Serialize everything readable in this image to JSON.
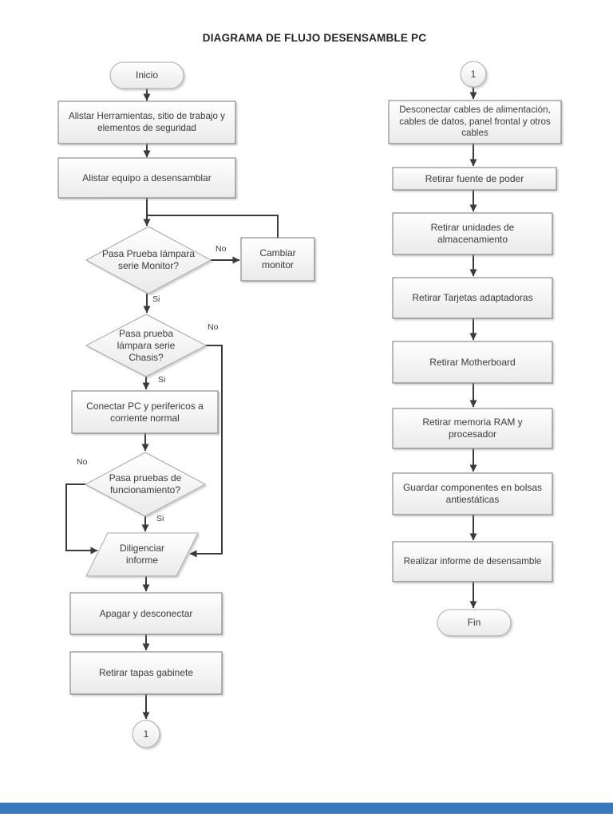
{
  "page": {
    "title": "DIAGRAMA DE FLUJO DESENSAMBLE PC"
  },
  "labels": {
    "yes": "Si",
    "no": "No"
  },
  "nodes": {
    "inicio": {
      "type": "terminator",
      "text": "Inicio"
    },
    "alistar_herramientas": {
      "type": "process",
      "text": "Alistar Herramientas, sitio de trabajo y elementos de seguridad"
    },
    "alistar_equipo": {
      "type": "process",
      "text": "Alistar equipo a desensamblar"
    },
    "prueba_monitor": {
      "type": "decision",
      "text": "Pasa Prueba lámpara serie Monitor?"
    },
    "cambiar_monitor": {
      "type": "process",
      "text": "Cambiar monitor"
    },
    "prueba_chasis": {
      "type": "decision",
      "text": "Pasa prueba lámpara serie Chasis?"
    },
    "conectar_pc": {
      "type": "process",
      "text": "Conectar PC y perifericos a corriente normal"
    },
    "pruebas_funcionamiento": {
      "type": "decision",
      "text": "Pasa pruebas de funcionamiento?"
    },
    "diligenciar_informe": {
      "type": "data",
      "text": "Diligenciar informe"
    },
    "apagar_desconectar": {
      "type": "process",
      "text": "Apagar y desconectar"
    },
    "retirar_tapas": {
      "type": "process",
      "text": "Retirar tapas gabinete"
    },
    "conector_1_izquierda": {
      "type": "connector",
      "text": "1"
    },
    "conector_1_derecha": {
      "type": "connector",
      "text": "1"
    },
    "desconectar_cables": {
      "type": "process",
      "text": "Desconectar cables de alimentación, cables de datos, panel frontal y otros cables"
    },
    "retirar_fuente": {
      "type": "process",
      "text": "Retirar fuente de poder"
    },
    "retirar_unidades": {
      "type": "process",
      "text": "Retirar unidades de almacenamiento"
    },
    "retirar_tarjetas": {
      "type": "process",
      "text": "Retirar Tarjetas adaptadoras"
    },
    "retirar_motherboard": {
      "type": "process",
      "text": "Retirar Motherboard"
    },
    "retirar_ram": {
      "type": "process",
      "text": "Retirar memoria RAM y procesador"
    },
    "guardar_componentes": {
      "type": "process",
      "text": "Guardar componentes en bolsas antiestáticas"
    },
    "realizar_informe": {
      "type": "process",
      "text": "Realizar informe de desensamble"
    },
    "fin": {
      "type": "terminator",
      "text": "Fin"
    }
  },
  "colors": {
    "line": "#3a3a3a",
    "rect_border": "#757575",
    "light_border": "#a9a9a9",
    "fill_top": "#ffffff",
    "fill_bottom": "#eaeaea",
    "text": "#3b3b3b",
    "footer_bar": "#3878bf"
  }
}
